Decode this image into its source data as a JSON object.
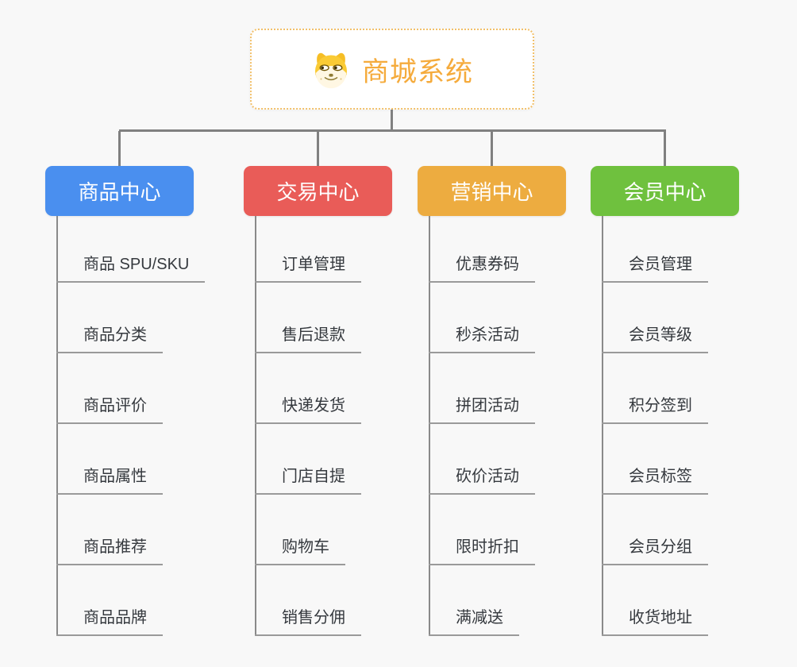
{
  "root": {
    "title": "商城系统",
    "icon": "doge-icon"
  },
  "branches": [
    {
      "label": "商品中心",
      "color": "#4A8FEF",
      "items": [
        "商品 SPU/SKU",
        "商品分类",
        "商品评价",
        "商品属性",
        "商品推荐",
        "商品品牌"
      ]
    },
    {
      "label": "交易中心",
      "color": "#E95C58",
      "items": [
        "订单管理",
        "售后退款",
        "快递发货",
        "门店自提",
        "购物车",
        "销售分佣"
      ]
    },
    {
      "label": "营销中心",
      "color": "#EDAC40",
      "items": [
        "优惠券码",
        "秒杀活动",
        "拼团活动",
        "砍价活动",
        "限时折扣",
        "满减送"
      ]
    },
    {
      "label": "会员中心",
      "color": "#6FC13E",
      "items": [
        "会员管理",
        "会员等级",
        "积分签到",
        "会员标签",
        "会员分组",
        "收货地址"
      ]
    }
  ],
  "colors": {
    "background": "#F8F8F8",
    "connector": "#808080",
    "leaf_line": "#9a9a9a",
    "leaf_text": "#35393e",
    "root_accent": "#F5AB3C",
    "root_border": "#F2C06A"
  }
}
